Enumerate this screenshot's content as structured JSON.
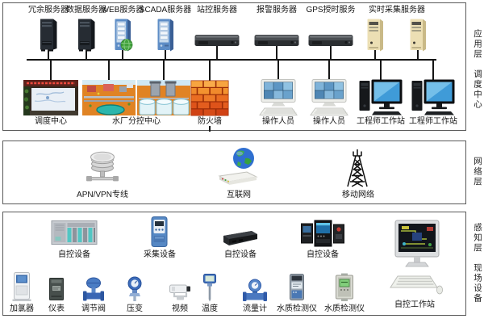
{
  "colors": {
    "line": "#151515",
    "panel_border": "#5a5a5a",
    "background": "#ffffff",
    "firewall_brick": "#ee7428",
    "server_blue": "#5e8dc6",
    "device_blue": "#3d6cba"
  },
  "app": {
    "layer_label": "应用层",
    "center_label": "调度中心",
    "servers": [
      {
        "label": "冗余服务器",
        "icon": "tower-server-dark"
      },
      {
        "label": "数据服务器",
        "icon": "tower-server-dark"
      },
      {
        "label": "WEB服务器",
        "icon": "tower-server-blue-globe"
      },
      {
        "label": "SCADA服务器",
        "icon": "tower-server-blue"
      },
      {
        "label": "站控服务器",
        "icon": "rack-server"
      },
      {
        "label": "报警服务器",
        "icon": "rack-server"
      },
      {
        "label": "GPS授时服务",
        "icon": "rack-server"
      },
      {
        "label": "实时采集服务器",
        "icon": "tower-server-beige-pair"
      }
    ],
    "clients": [
      {
        "label": "调度中心",
        "icon": "control-room-photo"
      },
      {
        "label": "水厂分控中心",
        "icon": "water-plant-photo-pair"
      },
      {
        "label": "防火墙",
        "icon": "firewall-brick"
      },
      {
        "label": "操作人员",
        "icon": "operator-terminal"
      },
      {
        "label": "操作人员",
        "icon": "operator-terminal"
      },
      {
        "label": "工程师工作站",
        "icon": "engineer-workstation"
      },
      {
        "label": "工程师工作站",
        "icon": "engineer-workstation"
      }
    ]
  },
  "net": {
    "layer_label": "网络层",
    "nodes": [
      {
        "label": "APN/VPN专线",
        "icon": "database-stack"
      },
      {
        "label": "互联网",
        "icon": "router-globe"
      },
      {
        "label": "移动网络",
        "icon": "antenna-tower"
      }
    ]
  },
  "field": {
    "layer_label": "感知层",
    "devices_label": "现场设备",
    "row1": [
      {
        "label": "自控设备",
        "icon": "plc-cabinet"
      },
      {
        "label": "采集设备",
        "icon": "smart-meter"
      },
      {
        "label": "自控设备",
        "icon": "black-controller-box"
      },
      {
        "label": "自控设备",
        "icon": "control-panel-group"
      }
    ],
    "row2": [
      {
        "label": "加氯器",
        "icon": "chlorinator-cabinet"
      },
      {
        "label": "仪表",
        "icon": "instrument-box"
      },
      {
        "label": "调节阀",
        "icon": "control-valve"
      },
      {
        "label": "压变",
        "icon": "pressure-transmitter"
      },
      {
        "label": "视频",
        "icon": "ptz-camera"
      },
      {
        "label": "温度",
        "icon": "temperature-sensor"
      },
      {
        "label": "流量计",
        "icon": "flow-meter"
      },
      {
        "label": "水质检测仪",
        "icon": "water-quality-analyzer"
      },
      {
        "label": "水质检测仪",
        "icon": "water-quality-analyzer-2"
      }
    ],
    "workstation": {
      "label": "自控工作站",
      "icon": "scada-workstation"
    }
  }
}
